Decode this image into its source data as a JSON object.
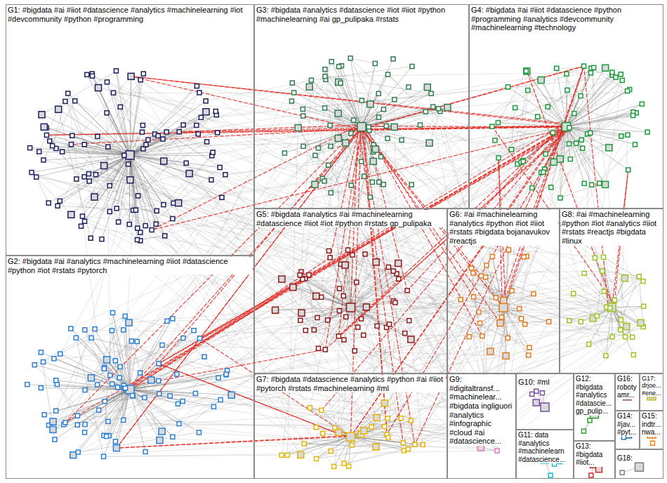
{
  "diagram": {
    "nodes": [
      {
        "text": [
          "G1: #bigdata #ai #iiot #datascience #analytics #machinelearning #iot #devcommunity #python #programming"
        ]
      },
      {
        "text": [
          "G3: #bigdata #analytics #datascience #iot #iiot #python #machinelearning #ai gp_pulipaka #rstats"
        ]
      },
      {
        "text": [
          "G4: #bigdata #ai #iiot #datascience #python #programming #analytics #devcommunity #machinelearning #technology"
        ]
      },
      {
        "text": [
          "G5: #bigdata #analytics #ai #machinelearning #datascience #iiot #iot #python #rstats gp_pulipaka"
        ]
      },
      {
        "text": [
          "G6: #ai #machinelearning #analytics #python #iot #iiot #rstats #bigdata bojanavukov #reactjs"
        ]
      },
      {
        "text": [
          "G8: #ai #machinelearning #python #iot #analytics #iiot #rstats #reactjs #bigdata #linux"
        ]
      },
      {
        "text": [
          "G2: #bigdata #ai #analytics #machinelearning #iiot #datascience #python #iot #rstats #pytorch"
        ]
      },
      {
        "text": [
          "G7: #bigdata #datascience #analytics #python #ai #iiot #pytorch #rstats #machinelearning #ml"
        ]
      },
      {
        "text": [
          "G9: #digitaltransf... #machinelear... #bigdata ingliguori #analytics #infographic #cloud #ai #datascience..."
        ]
      },
      {
        "text": [
          "G10: #ml"
        ]
      },
      {
        "text": [
          "G12: #bigdata #analytics #datascie... gp_pulip..."
        ]
      },
      {
        "text": [
          "G16: roboty amr..."
        ]
      },
      {
        "text": [
          "G17: drjoe... #ene..."
        ]
      },
      {
        "text": [
          "G14: #jav... #pyt..."
        ]
      },
      {
        "text": [
          "G15: indtr... nwa..."
        ]
      },
      {
        "text": [
          "G11: data #analytics #machinelearn #datascience..."
        ]
      },
      {
        "text": [
          "G13: #bigdata #iiot..."
        ]
      },
      {
        "text": [
          "G18:"
        ]
      }
    ]
  }
}
